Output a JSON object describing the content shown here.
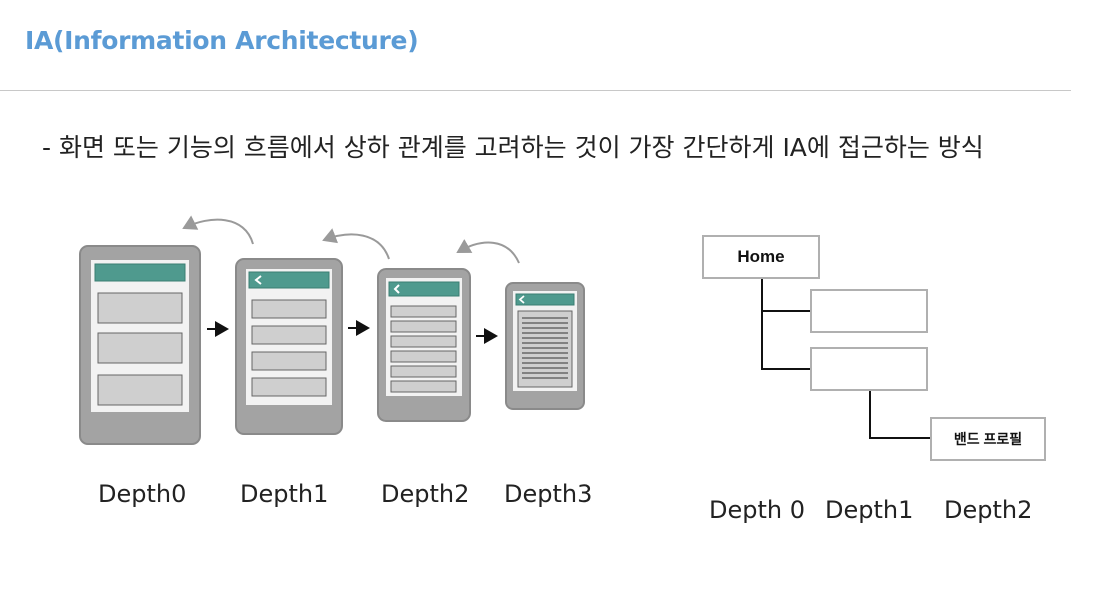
{
  "header": {
    "title": "IA(Information Architecture)"
  },
  "description": "- 화면 또는 기능의 흐름에서 상하 관계를 고려하는 것이 가장 간단하게 IA에 접근하는 방식",
  "screen_flow": {
    "labels": [
      "Depth0",
      "Depth1",
      "Depth2",
      "Depth3"
    ],
    "colors": {
      "phone_body": "#a3a3a3",
      "phone_border": "#8a8a8a",
      "screen": "#f2f2f2",
      "bar": "#4f9a8e",
      "block": "#cfcfcf",
      "arrow": "#9a9a9a"
    }
  },
  "tree": {
    "root": "Home",
    "leaf": "밴드 프로필",
    "depth_labels": [
      "Depth 0",
      "Depth1",
      "Depth2"
    ]
  }
}
